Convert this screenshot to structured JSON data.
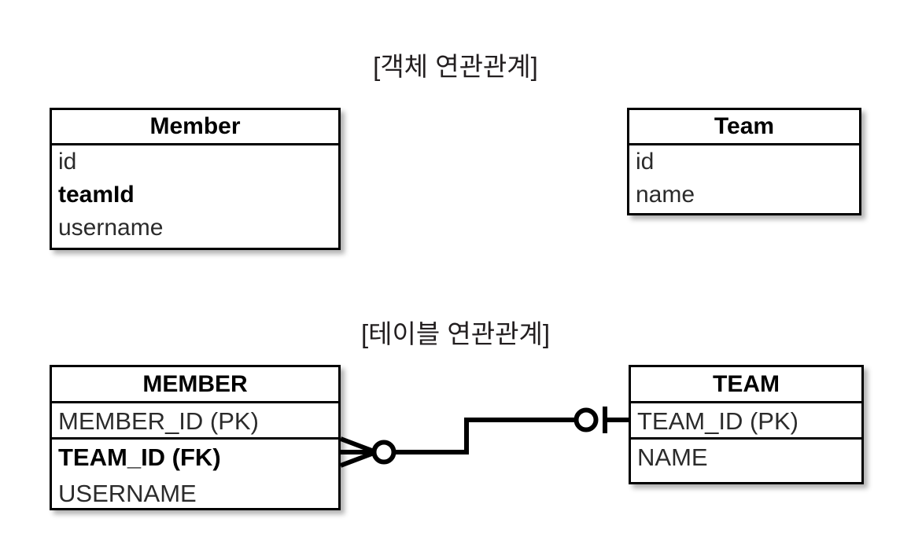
{
  "diagram": {
    "sections": [
      {
        "id": "object-association",
        "title": "[객체 연관관계]",
        "entities": [
          {
            "id": "member",
            "name": "Member",
            "attributes": [
              {
                "label": "id",
                "bold": false
              },
              {
                "label": "teamId",
                "bold": true
              },
              {
                "label": "username",
                "bold": false
              }
            ]
          },
          {
            "id": "team",
            "name": "Team",
            "attributes": [
              {
                "label": "id",
                "bold": false
              },
              {
                "label": "name",
                "bold": false
              }
            ]
          }
        ]
      },
      {
        "id": "table-association",
        "title": "[테이블 연관관계]",
        "entities": [
          {
            "id": "member-table",
            "name": "MEMBER",
            "attributes": [
              {
                "label": "MEMBER_ID (PK)",
                "bold": false
              },
              {
                "label": "TEAM_ID (FK)",
                "bold": true
              },
              {
                "label": "USERNAME",
                "bold": false
              }
            ]
          },
          {
            "id": "team-table",
            "name": "TEAM",
            "attributes": [
              {
                "label": "TEAM_ID (PK)",
                "bold": false
              },
              {
                "label": "NAME",
                "bold": false
              }
            ]
          }
        ],
        "relationship": {
          "from": "MEMBER",
          "to": "TEAM",
          "from_cardinality": "zero-or-many",
          "to_cardinality": "zero-or-one",
          "notation": "crows-foot",
          "from_symbol": "crows-foot-circle",
          "to_symbol": "circle-tick"
        }
      }
    ],
    "colors": {
      "line": "#000000",
      "background": "#ffffff",
      "text": "#231f20",
      "attribute_text": "#2b2b2b"
    }
  }
}
